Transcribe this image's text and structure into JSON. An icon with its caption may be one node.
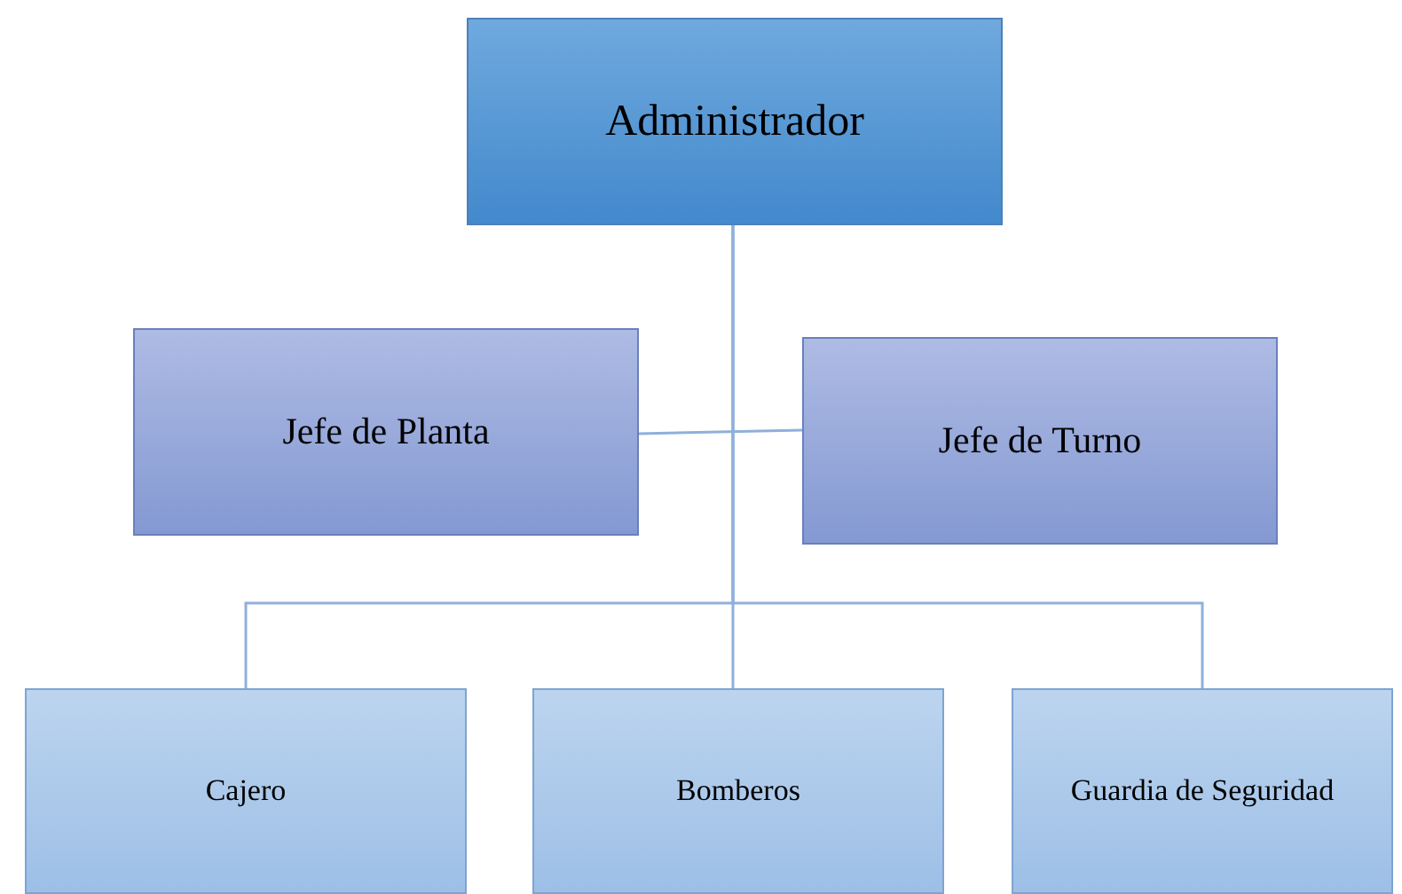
{
  "diagram": {
    "nodes": [
      {
        "text": [
          "Administrador"
        ]
      },
      {
        "text": [
          "Jefe de Planta"
        ]
      },
      {
        "text": [
          "Jefe de Turno"
        ]
      },
      {
        "text": [
          "Cajero"
        ]
      },
      {
        "text": [
          "Bomberos"
        ]
      },
      {
        "text": [
          "Guardia de Seguridad"
        ]
      }
    ],
    "edges": [
      {
        "from": 0,
        "to": 3,
        "arrow": "none"
      },
      {
        "from": 0,
        "to": 4,
        "arrow": "none"
      },
      {
        "from": 0,
        "to": 5,
        "arrow": "none"
      },
      {
        "from": 1,
        "to": 2,
        "arrow": "none"
      }
    ]
  }
}
